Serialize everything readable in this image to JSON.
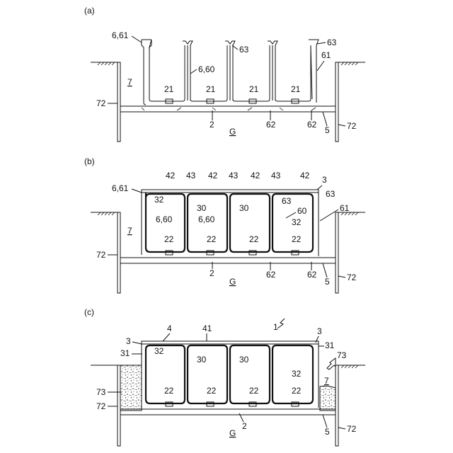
{
  "panels": [
    {
      "id": "a",
      "label": "(a)",
      "labels": {
        "l_661": "6,61",
        "l_63a": "63",
        "l_63b": "63",
        "l_660": "6,60",
        "l_61": "61",
        "l_7": "7",
        "l_21a": "21",
        "l_21b": "21",
        "l_21c": "21",
        "l_21d": "21",
        "l_72a": "72",
        "l_72b": "72",
        "l_2": "2",
        "l_G": "G",
        "l_62a": "62",
        "l_62b": "62",
        "l_5": "5"
      }
    },
    {
      "id": "b",
      "label": "(b)",
      "labels": {
        "l_42a": "42",
        "l_43a": "43",
        "l_42b": "42",
        "l_43b": "43",
        "l_42c": "42",
        "l_43c": "43",
        "l_42d": "42",
        "l_3": "3",
        "l_661": "6,61",
        "l_32a": "32",
        "l_30a": "30",
        "l_30b": "30",
        "l_63a": "63",
        "l_63b": "63",
        "l_61": "61",
        "l_660a": "6,60",
        "l_660b": "6,60",
        "l_60": "60",
        "l_32b": "32",
        "l_7": "7",
        "l_22a": "22",
        "l_22b": "22",
        "l_22c": "22",
        "l_22d": "22",
        "l_72a": "72",
        "l_72b": "72",
        "l_2": "2",
        "l_G": "G",
        "l_62a": "62",
        "l_62b": "62",
        "l_5": "5"
      }
    },
    {
      "id": "c",
      "label": "(c)",
      "labels": {
        "l_1": "1",
        "l_4": "4",
        "l_41": "41",
        "l_3a": "3",
        "l_3b": "3",
        "l_31a": "31",
        "l_31b": "31",
        "l_32a": "32",
        "l_32b": "32",
        "l_30a": "30",
        "l_30b": "30",
        "l_73a": "73",
        "l_73b": "73",
        "l_7": "7",
        "l_22a": "22",
        "l_22b": "22",
        "l_22c": "22",
        "l_22d": "22",
        "l_72a": "72",
        "l_72b": "72",
        "l_G": "G",
        "l_2": "2",
        "l_5": "5"
      }
    }
  ]
}
